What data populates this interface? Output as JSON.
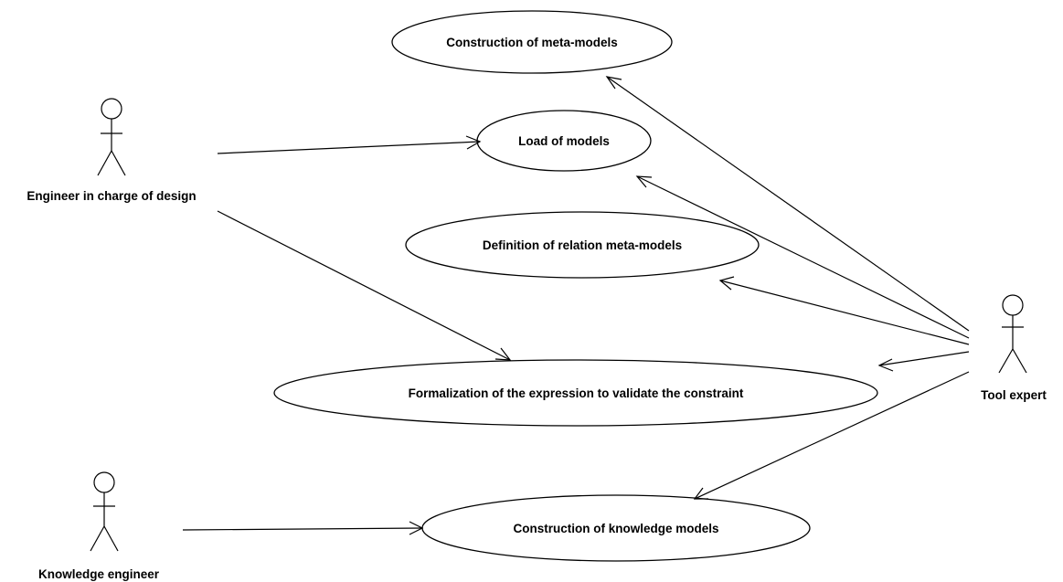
{
  "actors": {
    "engineer_design": "Engineer in charge of design",
    "knowledge_engineer": "Knowledge engineer",
    "tool_expert": "Tool expert"
  },
  "use_cases": {
    "construction_meta_models": "Construction of meta-models",
    "load_models": "Load of models",
    "definition_relation_meta_models": "Definition of relation meta-models",
    "formalization_expression": "Formalization of the expression to validate the constraint",
    "construction_knowledge_models": "Construction of knowledge models"
  },
  "associations": [
    {
      "from": "engineer_design",
      "to": "load_models"
    },
    {
      "from": "engineer_design",
      "to": "formalization_expression"
    },
    {
      "from": "knowledge_engineer",
      "to": "construction_knowledge_models"
    },
    {
      "from": "tool_expert",
      "to": "construction_meta_models"
    },
    {
      "from": "tool_expert",
      "to": "load_models"
    },
    {
      "from": "tool_expert",
      "to": "definition_relation_meta_models"
    },
    {
      "from": "tool_expert",
      "to": "formalization_expression"
    },
    {
      "from": "tool_expert",
      "to": "construction_knowledge_models"
    }
  ]
}
